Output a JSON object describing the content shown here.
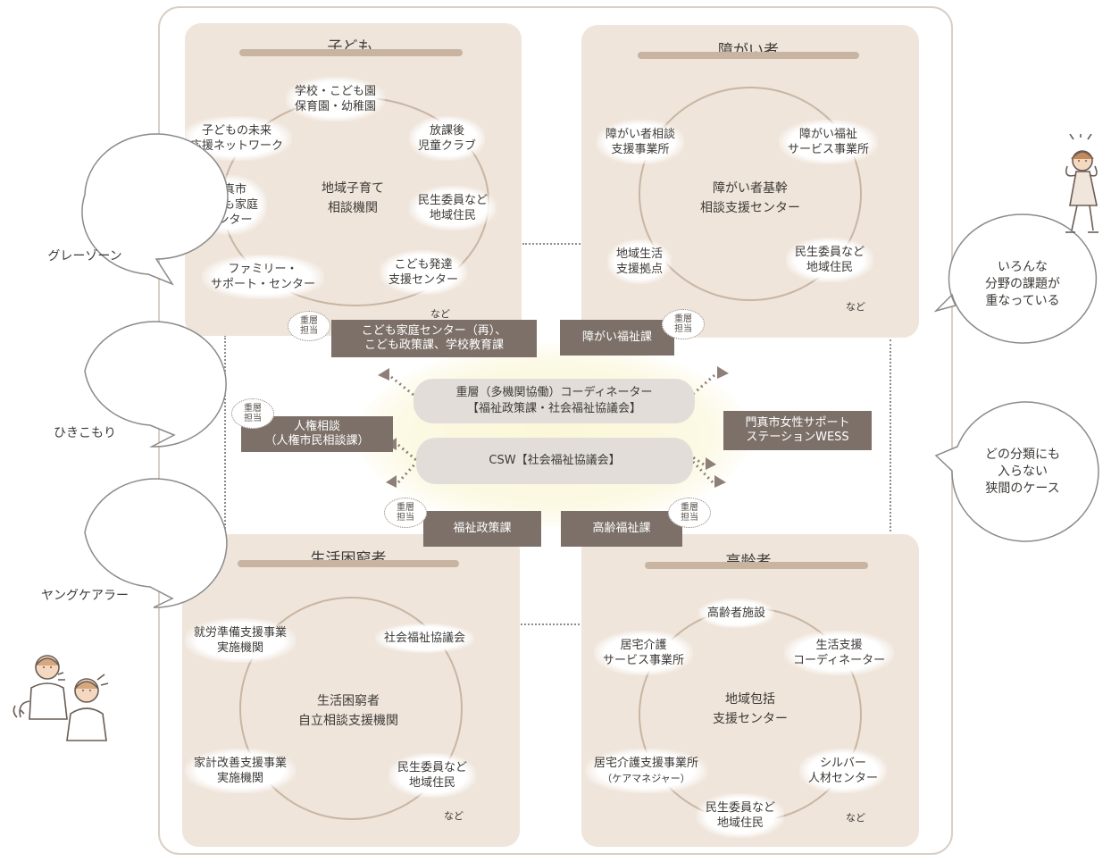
{
  "panels": {
    "children": {
      "title": "子ども",
      "center": [
        "地域子育て",
        "相談機関"
      ],
      "nodes": {
        "school": [
          "学校・こども園",
          "保育園・幼稚園"
        ],
        "after_school": [
          "放課後",
          "児童クラブ"
        ],
        "welfare_commissioner": [
          "民生委員など",
          "地域住民"
        ],
        "development": [
          "こども発達",
          "支援センター"
        ],
        "family_support": [
          "ファミリー・",
          "サポート・センター"
        ],
        "family_center": [
          "門真市",
          "こども家庭",
          "センター"
        ],
        "future_network": [
          "子どもの未来",
          "応援ネットワーク"
        ]
      },
      "etc": "など"
    },
    "disabled": {
      "title": "障がい者",
      "center": [
        "障がい者基幹",
        "相談支援センター"
      ],
      "nodes": {
        "consult_office": [
          "障がい者相談",
          "支援事業所"
        ],
        "service_office": [
          "障がい福祉",
          "サービス事業所"
        ],
        "living_base": [
          "地域生活",
          "支援拠点"
        ],
        "welfare_commissioner": [
          "民生委員など",
          "地域住民"
        ]
      },
      "etc": "など"
    },
    "needy": {
      "title": "生活困窮者",
      "center": [
        "生活困窮者",
        "自立相談支援機関"
      ],
      "nodes": {
        "employment": [
          "就労準備支援事業",
          "実施機関"
        ],
        "council": [
          "社会福祉協議会"
        ],
        "household": [
          "家計改善支援事業",
          "実施機関"
        ],
        "welfare_commissioner": [
          "民生委員など",
          "地域住民"
        ]
      },
      "etc": "など"
    },
    "elderly": {
      "title": "高齢者",
      "center": [
        "地域包括",
        "支援センター"
      ],
      "nodes": {
        "facility": [
          "高齢者施設"
        ],
        "home_care": [
          "居宅介護",
          "サービス事業所"
        ],
        "coordinator": [
          "生活支援",
          "コーディネーター"
        ],
        "care_manager": [
          "居宅介護支援事業所",
          "（ケアマネジャー）"
        ],
        "silver": [
          "シルバー",
          "人材センター"
        ],
        "welfare_commissioner": [
          "民生委員など",
          "地域住民"
        ]
      },
      "etc": "など"
    }
  },
  "tags": {
    "children_dept": [
      "こども家庭センター（再）、",
      "こども政策課、学校教育課"
    ],
    "disabled_dept": "障がい福祉課",
    "human_rights": [
      "人権相談",
      "（人権市民相談課）"
    ],
    "wess": [
      "門真市女性サポート",
      "ステーションWESS"
    ],
    "welfare_policy": "福祉政策課",
    "elderly_dept": "高齢福祉課"
  },
  "stamp": [
    "重層",
    "担当"
  ],
  "core": {
    "coordinator": [
      "重層（多機関協働）コーディネーター",
      "【福祉政策課・社会福祉協議会】"
    ],
    "csw": "CSW【社会福祉協議会】"
  },
  "bubbles": {
    "gray_zone": [
      "グレーゾーン"
    ],
    "hikikomori": [
      "ひきこもり"
    ],
    "young_carer": [
      "ヤングケアラー"
    ],
    "overlap": [
      "いろんな",
      "分野の課題が",
      "重なっている"
    ],
    "gap": [
      "どの分類にも",
      "入らない",
      "狭間のケース"
    ]
  },
  "colors": {
    "panel": "#efe5db",
    "accent": "#c8b4a1",
    "tag": "#7c7068",
    "glow": "#fbf7d8"
  }
}
